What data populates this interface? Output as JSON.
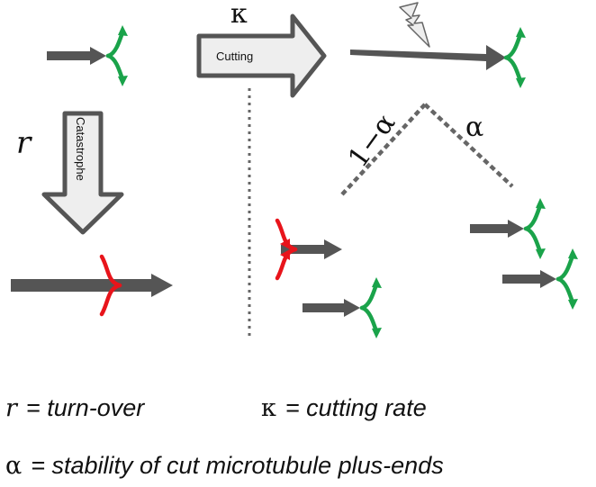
{
  "symbols": {
    "kappa": "κ",
    "r": "r",
    "one_minus_alpha": "1−α",
    "alpha": "α"
  },
  "labels": {
    "cutting": "Cutting",
    "catastrophe": "Catastrophe"
  },
  "legend": {
    "r_symbol": "r",
    "r_text": "= turn-over",
    "kappa_symbol": "κ",
    "kappa_text": "= cutting rate",
    "alpha_symbol": "α",
    "alpha_text": "= stability of cut microtubule plus-ends"
  },
  "colors": {
    "microtubule": "#555555",
    "growing_end": "#1aa34a",
    "shrinking_end": "#e8141b",
    "process_arrow_fill": "#eeeeee",
    "process_arrow_stroke": "#555555",
    "divider": "#666666"
  },
  "icons": [
    "lightning-icon"
  ]
}
